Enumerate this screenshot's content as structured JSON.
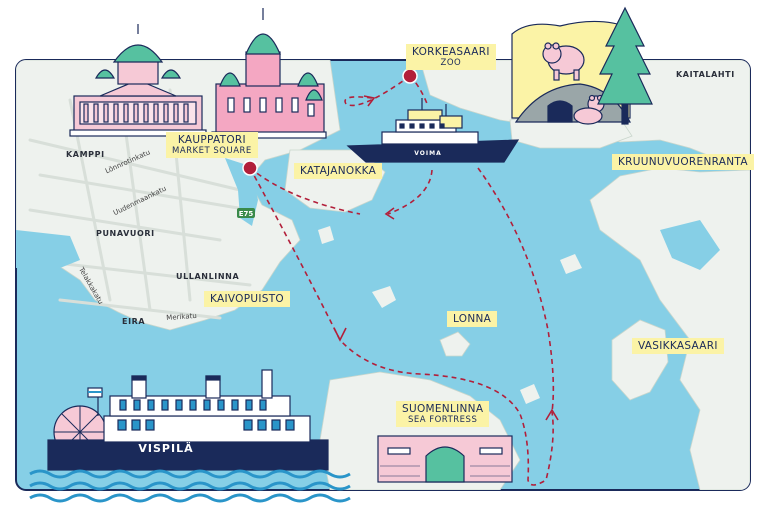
{
  "places": {
    "kauppatori": {
      "name": "KAUPPATORI",
      "sub": "MARKET SQUARE"
    },
    "korkeasaari": {
      "name": "KORKEASAARI",
      "sub": "ZOO"
    },
    "katajanokka": "KATAJANOKKA",
    "kaivopuisto": "KAIVOPUISTO",
    "lonna": "LONNA",
    "vasikkasaari": "VASIKKASAARI",
    "kruunuvuorenranta": "KRUUNUVUORENRANTA",
    "suomenlinna": {
      "name": "SUOMENLINNA",
      "sub": "SEA FORTRESS"
    }
  },
  "districts": {
    "kamppi": "KAMPPI",
    "punavuori": "PUNAVUORI",
    "ullanlinna": "ULLANLINNA",
    "eira": "EIRA",
    "kaitalahti": "KAITALAHTI"
  },
  "streets": {
    "lonnrotinkatu": "Lönnrotinkatu",
    "uudenmaankatu": "Uudenmaankatu",
    "telakkakatu": "Telakkakatu",
    "merikatu": "Merikatu"
  },
  "road_shield": "E75",
  "ships": {
    "icebreaker": "VOIMA",
    "paddle_steamer": "VISPILÄ"
  },
  "colors": {
    "sea": "#86cfe6",
    "land": "#eef2ee",
    "route": "#b21f3a",
    "label_bg": "#fbf3a6",
    "navy": "#1a2a5a"
  }
}
